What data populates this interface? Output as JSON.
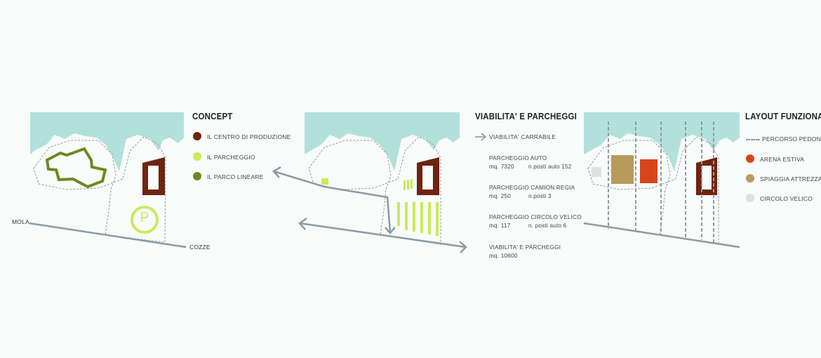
{
  "panels": {
    "concept": {
      "title": "CONCEPT",
      "legend": [
        {
          "label": "IL CENTRO DI PRODUZIONE",
          "color": "#6e2410"
        },
        {
          "label": "IL PARCHEGGIO",
          "color": "#cde85a"
        },
        {
          "label": "IL PARCO LINEARE",
          "color": "#6a8a1e"
        }
      ],
      "place_labels": {
        "left": "MOLA",
        "right": "COZZE"
      },
      "parking_symbol": "P"
    },
    "viabilita": {
      "title": "VIABILITA' E PARCHEGGI",
      "arrow_label": "VIABILITA' CARRABILE",
      "parking": [
        {
          "name": "PARCHEGGIO AUTO",
          "area": "mq. 7320",
          "spots": "n.posti auto 152"
        },
        {
          "name": "PARCHEGGIO CAMION REGIA",
          "area": "mq. 250",
          "spots": "n.posti 3"
        },
        {
          "name": "PARCHEGGIO CIRCOLO VELICO",
          "area": "mq. 117",
          "spots": "n. posti auto 6"
        },
        {
          "name": "VIABILITA' E PARCHEGGI",
          "area": "mq. 10600",
          "spots": ""
        }
      ]
    },
    "layout": {
      "title": "LAYOUT FUNZIONALE",
      "legend": [
        {
          "label": "PERCORSO PEDONALE",
          "kind": "dash",
          "color": "#999999"
        },
        {
          "label": "ARENA ESTIVA",
          "kind": "dot",
          "color": "#d9451a"
        },
        {
          "label": "SPIAGGIA ATTREZZATA",
          "kind": "dot",
          "color": "#b89a5a"
        },
        {
          "label": "CIRCOLO VELICO",
          "kind": "dot",
          "color": "#dde3e0"
        }
      ]
    }
  },
  "colors": {
    "sea": "#b2e0dc",
    "outline": "#9a9a9a",
    "road": "#8a9aa3",
    "brown": "#6e2410",
    "lime": "#cde85a",
    "olive": "#6a8a1e"
  }
}
